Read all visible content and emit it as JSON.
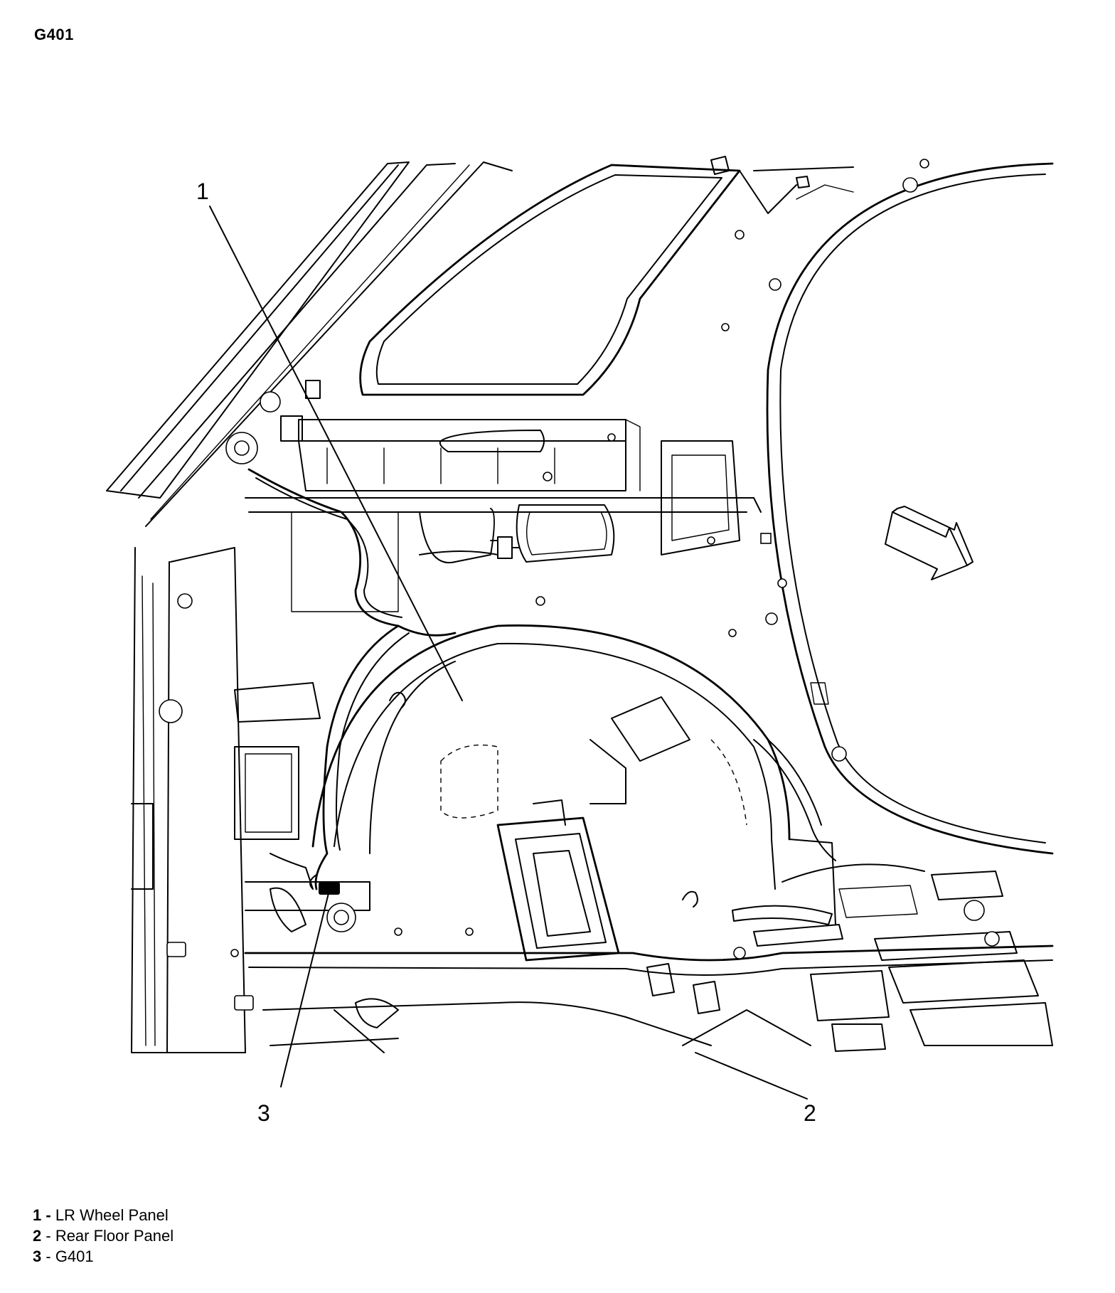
{
  "title": "G401",
  "callouts": [
    {
      "number": "1"
    },
    {
      "number": "2"
    },
    {
      "number": "3"
    }
  ],
  "legend": [
    {
      "number": "1",
      "separator": " - ",
      "label": "LR Wheel Panel"
    },
    {
      "number": "2",
      "separator": " - ",
      "label": "Rear Floor Panel"
    },
    {
      "number": "3",
      "separator": " - ",
      "label": "G401"
    }
  ],
  "icons": {
    "direction_arrow": "forward-arrow-icon",
    "ground_terminal": "ground-stud-icon"
  },
  "colors": {
    "line": "#000000",
    "background": "#ffffff"
  }
}
